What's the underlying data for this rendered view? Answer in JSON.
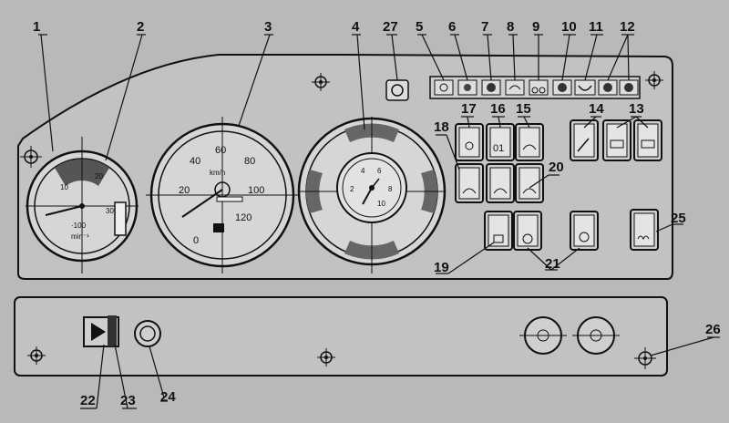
{
  "callouts": {
    "c1": "1",
    "c2": "2",
    "c3": "3",
    "c4": "4",
    "c5": "5",
    "c6": "6",
    "c7": "7",
    "c8": "8",
    "c9": "9",
    "c10": "10",
    "c11": "11",
    "c12": "12",
    "c13": "13",
    "c14": "14",
    "c15": "15",
    "c16": "16",
    "c17": "17",
    "c18": "18",
    "c19": "19",
    "c20": "20",
    "c21": "21",
    "c22": "22",
    "c23": "23",
    "c24": "24",
    "c25": "25",
    "c26": "26",
    "c27": "27"
  },
  "tachometer": {
    "ticks": [
      "10",
      "20",
      "30"
    ],
    "unit_multiplier": "·100",
    "unit": "min⁻¹"
  },
  "speedometer": {
    "ticks": [
      "0",
      "20",
      "40",
      "60",
      "80",
      "100",
      "120"
    ],
    "unit": "km/h"
  },
  "clock": {
    "ticks": [
      "4",
      "6",
      "8",
      "10",
      "2"
    ]
  },
  "switch_labels": {
    "s16": "01"
  },
  "colors": {
    "background": "#b9b9b9",
    "ink": "#111111",
    "panel": "#c3c3c3"
  }
}
